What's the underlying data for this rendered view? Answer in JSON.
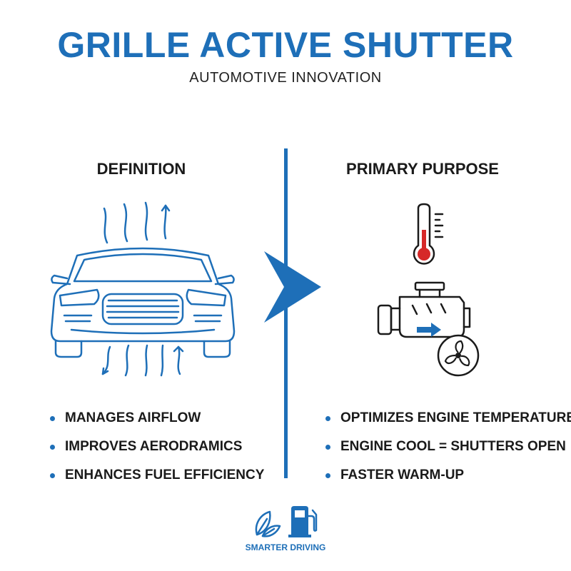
{
  "header": {
    "title": "GRILLE ACTIVE SHUTTER",
    "subtitle": "AUTOMOTIVE INNOVATION"
  },
  "left": {
    "heading": "DEFINITION",
    "illustration_icon": "car-front-airflow-icon",
    "bullets": [
      "MANAGES AIRFLOW",
      "IMPROVES AERODRAMICS",
      "ENHANCES FUEL EFFICIENCY"
    ]
  },
  "right": {
    "heading": "PRIMARY PURPOSE",
    "icons": [
      "thermometer-icon",
      "engine-icon",
      "fan-icon"
    ],
    "bullets": [
      "OPTIMIZES ENGINE TEMPERATURE",
      "ENGINE COOL = SHUTTERS OPEN",
      "FASTER WARM-UP"
    ]
  },
  "footer": {
    "icons": [
      "leaf-icon",
      "fuel-pump-icon"
    ],
    "label": "SMARTER DRIVING"
  },
  "colors": {
    "accent": "#1e6fb8",
    "text": "#1a1a1a",
    "thermometer_hot": "#d62828"
  }
}
